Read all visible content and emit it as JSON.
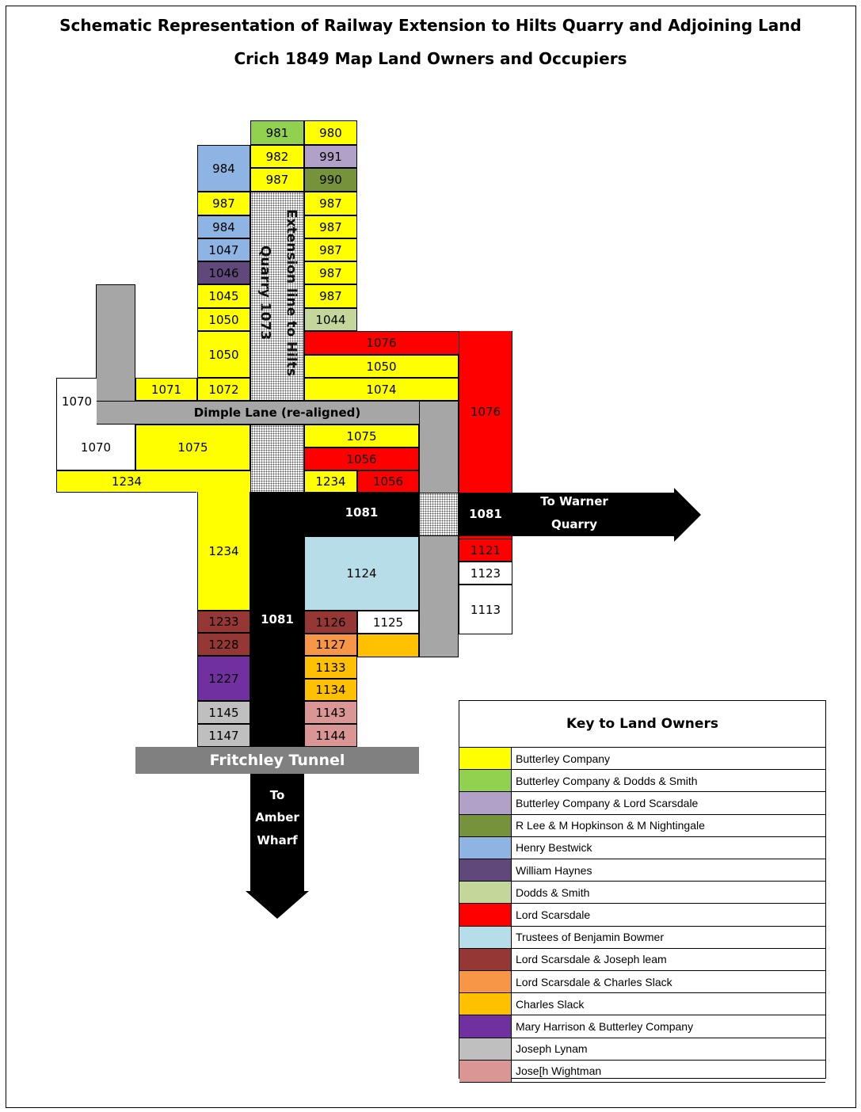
{
  "title": {
    "line1": "Schematic Representation of Railway Extension to Hilts Quarry and Adjoining Land",
    "line2": "Crich 1849 Map Land Owners and Occupiers"
  },
  "colors": {
    "butterley": "#ffff00",
    "butterley_dodds": "#92d050",
    "butterley_scarsdale": "#b1a0c7",
    "lee_hopkinson": "#76933c",
    "bestwick": "#8db4e2",
    "haynes": "#60497a",
    "dodds_smith": "#c4d79b",
    "scarsdale": "#ff0000",
    "bowmer": "#b7dee8",
    "scarsdale_leam": "#953735",
    "scarsdale_slack": "#f79646",
    "slack": "#ffc000",
    "harrison": "#7030a0",
    "lynam": "#bfbfbf",
    "wightman": "#da9694",
    "road": "#a6a6a6",
    "rail": "#000000"
  },
  "map": {
    "parcels": {
      "p981": "981",
      "p980": "980",
      "p984_top": "984",
      "p982": "982",
      "p991": "991",
      "p987_a": "987",
      "p990": "990",
      "p987_l": "987",
      "p987_r1": "987",
      "p984_l": "984",
      "p987_r2": "987",
      "p1047": "1047",
      "p987_r3": "987",
      "p1046": "1046",
      "p987_r4": "987",
      "p1045": "1045",
      "p987_r5": "987",
      "p1050_l1": "1050",
      "p1044": "1044",
      "p1050_l2": "1050",
      "p1076_top": "1076",
      "p1050_r": "1050",
      "p1071": "1071",
      "p1072": "1072",
      "p1074": "1074",
      "p1070_a": "1070",
      "p1070_b": "1070",
      "p1076_right": "1076",
      "p1075_l": "1075",
      "p1075_r": "1075",
      "p1056_a": "1056",
      "p1056_b": "1056",
      "p1234_a": "1234",
      "p1234_b": "1234",
      "p1234_c": "1234",
      "p1121": "1121",
      "p1123": "1123",
      "p1113": "1113",
      "p1124": "1124",
      "p1125": "1125",
      "p1233": "1233",
      "p1126": "1126",
      "p1228": "1228",
      "p1127": "1127",
      "p1227": "1227",
      "p1133": "1133",
      "p1134": "1134",
      "p1145": "1145",
      "p1143": "1143",
      "p1147": "1147",
      "p1144": "1144"
    },
    "rail_1081_a": "1081",
    "rail_1081_b": "1081",
    "rail_1081_c": "1081",
    "quarry_label": "Quarry 1073",
    "extension_label": "Extension line to Hilts",
    "dimple_lane": "Dimple Lane (re-aligned)",
    "fritchley_tunnel": "Fritchley Tunnel",
    "to_warner": [
      "To Warner",
      "Quarry"
    ],
    "to_amber": [
      "To",
      "Amber",
      "Wharf"
    ]
  },
  "legend": {
    "title": "Key to Land Owners",
    "items": [
      {
        "label": "Butterley Company",
        "color": "#ffff00"
      },
      {
        "label": "Butterley Company & Dodds & Smith",
        "color": "#92d050"
      },
      {
        "label": "Butterley Company & Lord Scarsdale",
        "color": "#b1a0c7"
      },
      {
        "label": "R Lee  & M Hopkinson & M Nightingale",
        "color": "#76933c"
      },
      {
        "label": "Henry Bestwick",
        "color": "#8db4e2"
      },
      {
        "label": "William Haynes",
        "color": "#60497a"
      },
      {
        "label": "Dodds & Smith",
        "color": "#c4d79b"
      },
      {
        "label": "Lord Scarsdale",
        "color": "#ff0000"
      },
      {
        "label": "Trustees of Benjamin Bowmer",
        "color": "#b7dee8"
      },
      {
        "label": "Lord Scarsdale & Joseph leam",
        "color": "#953735"
      },
      {
        "label": "Lord Scarsdale & Charles Slack",
        "color": "#f79646"
      },
      {
        "label": "Charles Slack",
        "color": "#ffc000"
      },
      {
        "label": "Mary Harrison & Butterley Company",
        "color": "#7030a0"
      },
      {
        "label": "Joseph Lynam",
        "color": "#bfbfbf"
      },
      {
        "label": "Jose[h Wightman",
        "color": "#da9694"
      }
    ]
  }
}
